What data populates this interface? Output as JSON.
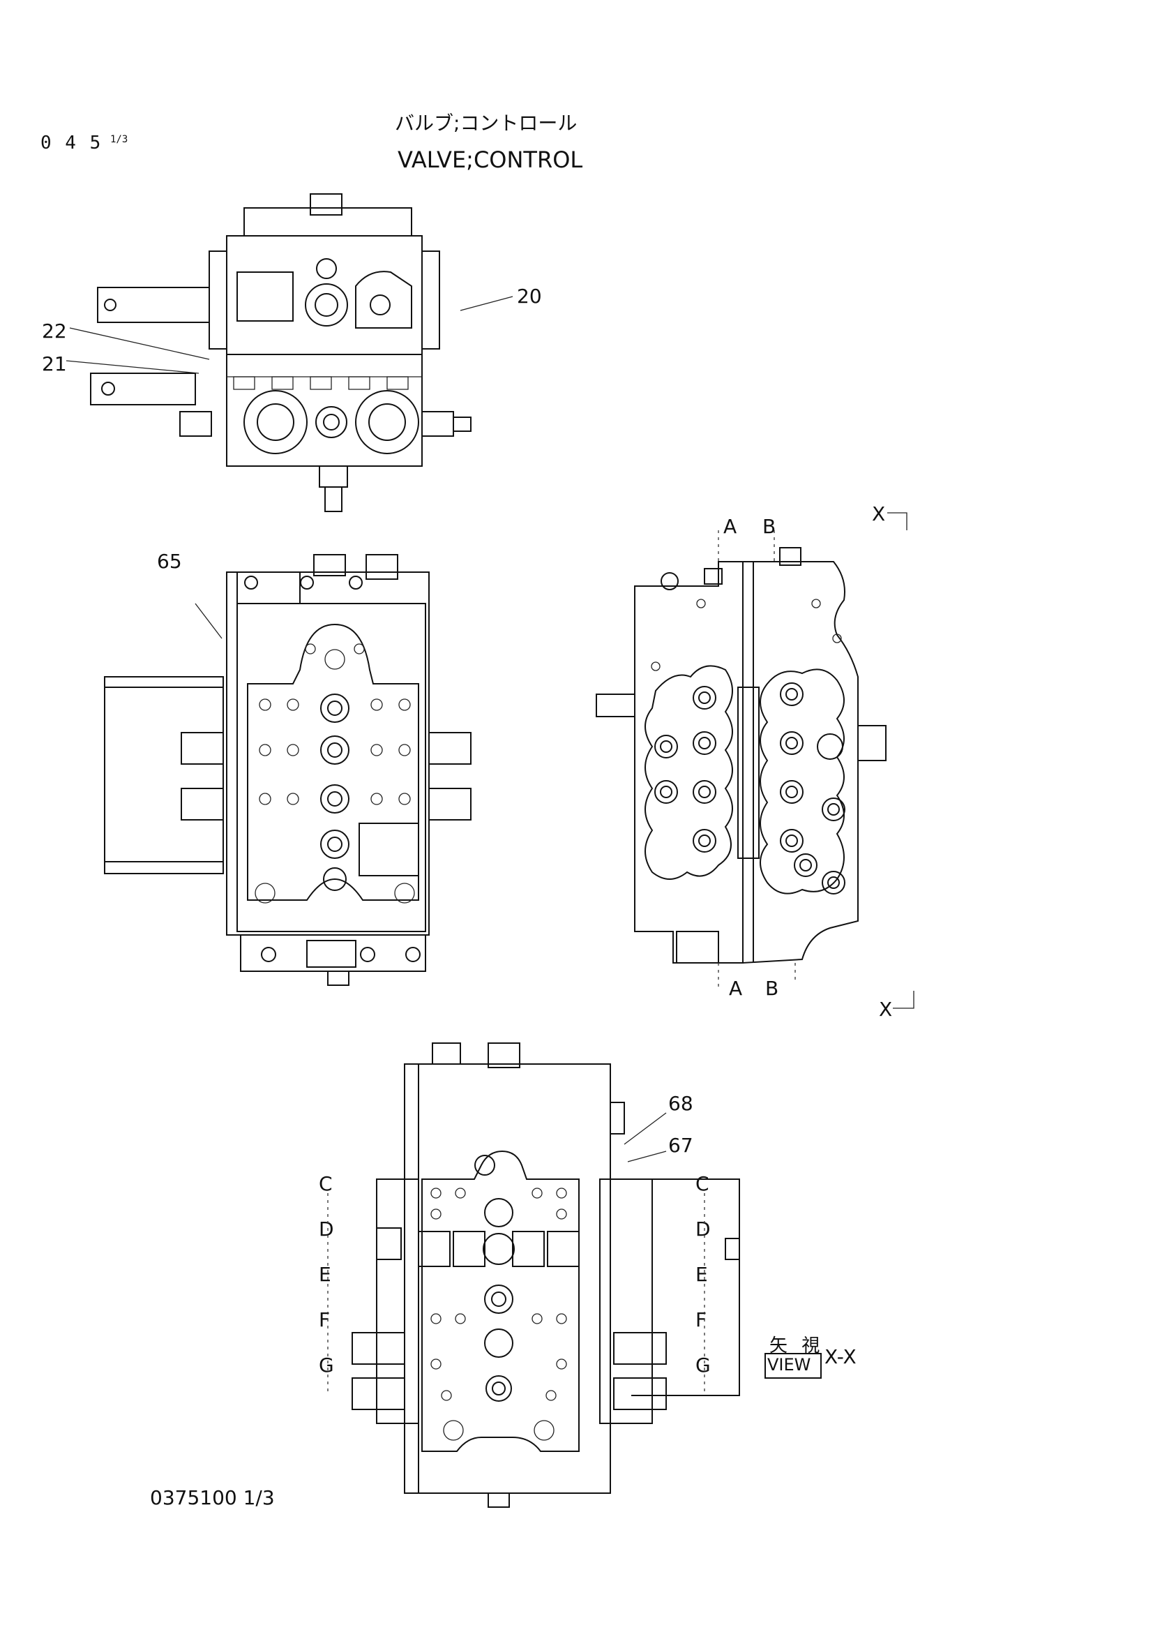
{
  "header": {
    "page_code": "0 4 5",
    "page_fraction": "1/3",
    "title_jp": "バルブ;コントロール",
    "title_en": "VALVE;CONTROL"
  },
  "callouts": {
    "c20": "20",
    "c22": "22",
    "c21": "21",
    "c65": "65",
    "c68": "68",
    "c67": "67"
  },
  "section_marks": {
    "a_top": "A",
    "b_top": "B",
    "a_bottom": "A",
    "b_bottom": "B",
    "x_top": "X",
    "x_bottom": "X"
  },
  "view_letters": {
    "left": [
      "C",
      "D",
      "E",
      "F",
      "G"
    ],
    "right": [
      "C",
      "D",
      "E",
      "F",
      "G"
    ]
  },
  "view_label": {
    "jp": "矢 視",
    "en": "VIEW",
    "suffix": "X-X"
  },
  "footer": {
    "drawing_number": "0375100 1/3"
  }
}
